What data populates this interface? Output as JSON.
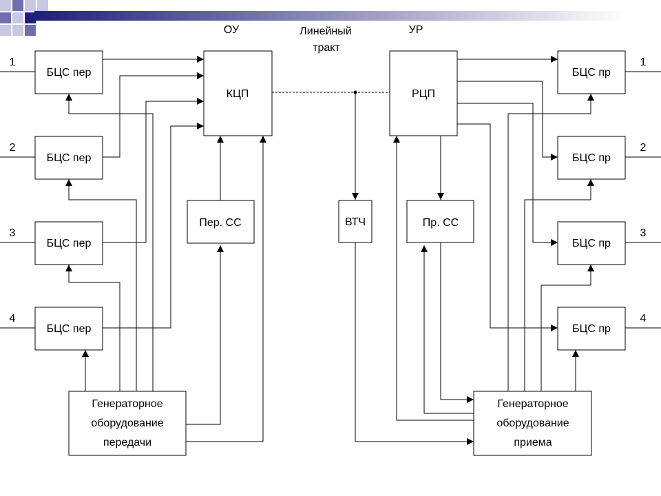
{
  "header": {
    "ou": "ОУ",
    "line_path": [
      "Линейный",
      "тракт"
    ],
    "ur": "УР"
  },
  "channels": {
    "left": [
      "1",
      "2",
      "3",
      "4"
    ],
    "right": [
      "1",
      "2",
      "3",
      "4"
    ]
  },
  "blocks": {
    "bcs_tx": "БЦС пер",
    "bcs_rx": "БЦС пр",
    "kcp": "КЦП",
    "rcp": "РЦП",
    "per_ss": "Пер. СС",
    "pr_ss": "Пр. СС",
    "vtch": "ВТЧ",
    "gen_tx": [
      "Генераторное",
      "оборудование",
      "передачи"
    ],
    "gen_rx": [
      "Генераторное",
      "оборудование",
      "приема"
    ]
  },
  "colors": {
    "corner_dark": "#1f1f7a",
    "corner_mid": "#6f6fae",
    "corner_light": "#c8c8e2",
    "line": "#000000"
  }
}
